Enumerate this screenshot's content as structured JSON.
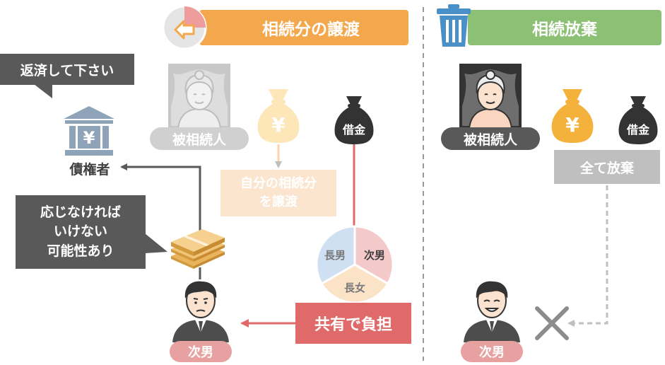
{
  "left": {
    "title": "相続分の譲渡",
    "speech_top": "返済して下さい",
    "creditor": "債権者",
    "speech_mid": "応じなければ\nいけない\n可能性あり",
    "deceased_label": "被相続人",
    "transfer_note": "自分の相続分\nを譲渡",
    "debt_label": "借金",
    "pie": {
      "eldest_son": "長男",
      "second_son": "次男",
      "eldest_daughter": "長女"
    },
    "shared_burden": "共有で負担",
    "heir_label": "次男",
    "yen": "¥"
  },
  "right": {
    "title": "相続放棄",
    "deceased_label": "被相続人",
    "debt_label": "借金",
    "renounce_all": "全て放棄",
    "heir_label": "次男",
    "yen": "¥"
  },
  "colors": {
    "orange": "#F4A84E",
    "green": "#8CC074",
    "dark_gray": "#595959",
    "light_gray": "#BFBFBF",
    "red_box": "#E06A6A",
    "pink_label": "#E8A1A1",
    "pale_orange": "#FBE5CF",
    "pale_yellow": "#FDE6B8",
    "bank_blue": "#8FA3B8",
    "gold": "#F4B23C"
  },
  "icons": [
    "exchange-arrow-icon",
    "trash-can-icon",
    "bank-icon",
    "money-bag-icon",
    "cash-bundle-icon",
    "cross-icon",
    "portrait-icon",
    "person-icon"
  ]
}
